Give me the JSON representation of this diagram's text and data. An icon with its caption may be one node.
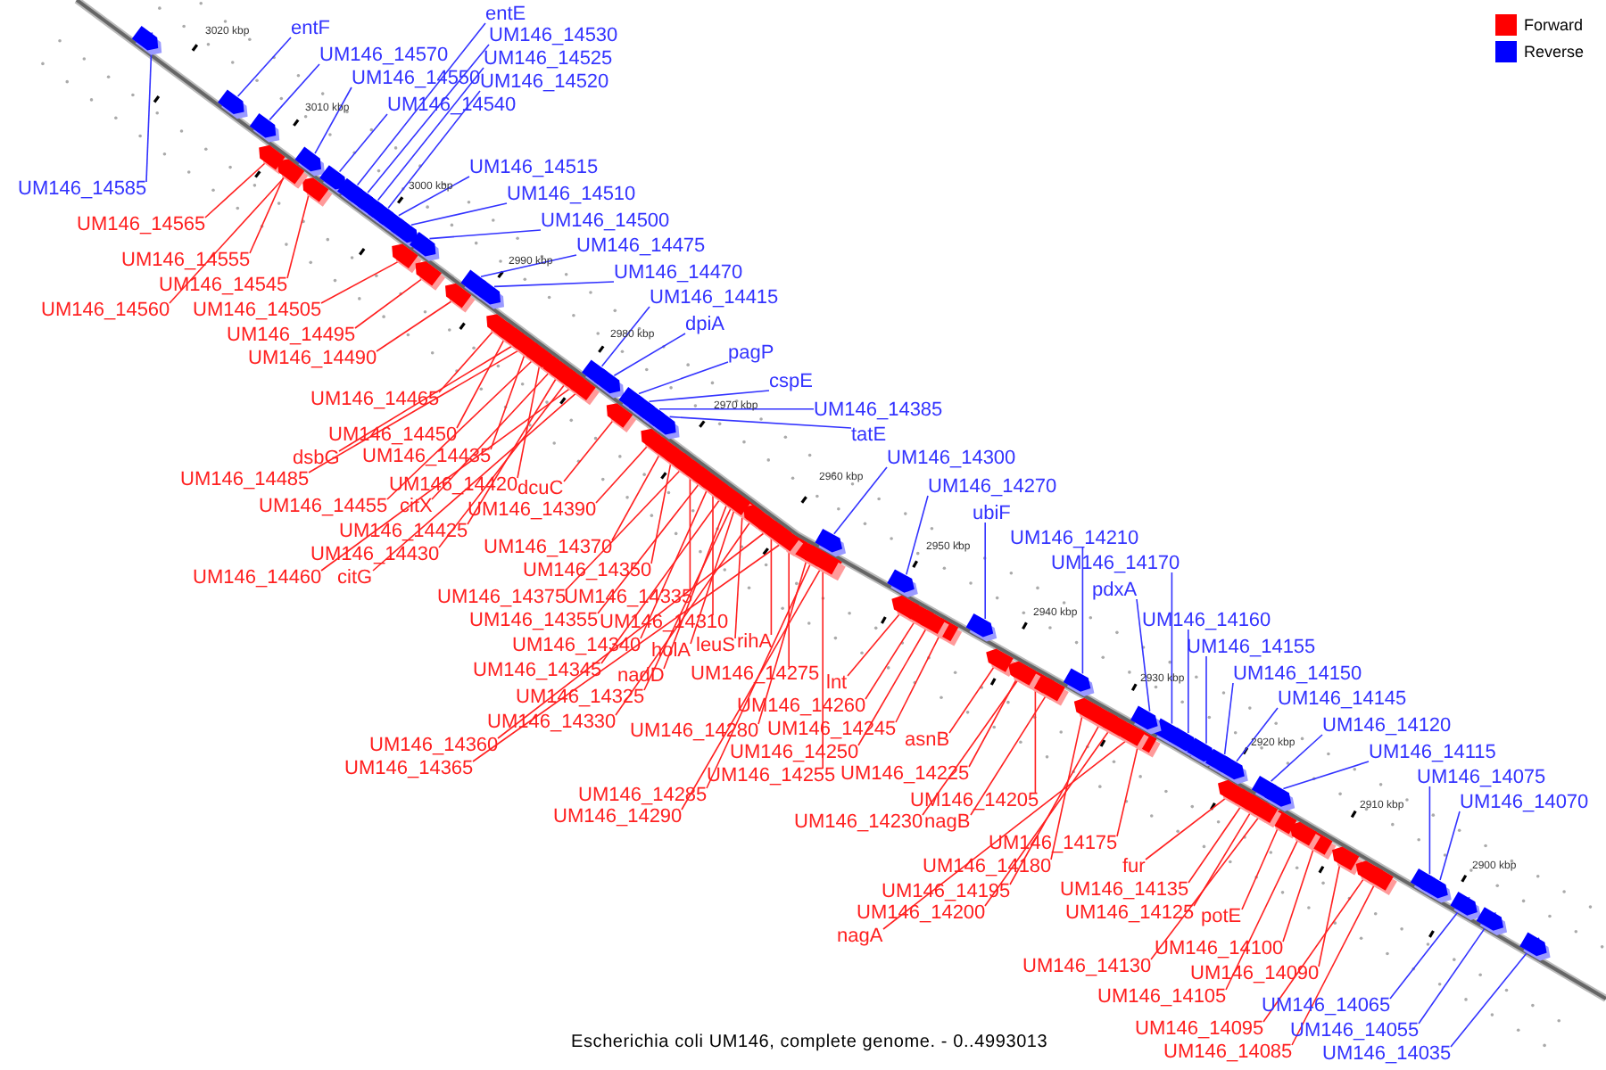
{
  "diagram": {
    "caption": "Escherichia coli UM146, complete genome. - 0..4993013",
    "nodes": [
      {
        "text": [
          "entF"
        ]
      },
      {
        "text": [
          "UM146_14570"
        ]
      },
      {
        "text": [
          "UM146_14550"
        ]
      },
      {
        "text": [
          "UM146_14540"
        ]
      },
      {
        "text": [
          "entE"
        ]
      },
      {
        "text": [
          "UM146_14530"
        ]
      },
      {
        "text": [
          "UM146_14525"
        ]
      },
      {
        "text": [
          "UM146_14520"
        ]
      },
      {
        "text": [
          "UM146_14585"
        ]
      },
      {
        "text": [
          "UM146_14515"
        ]
      },
      {
        "text": [
          "UM146_14510"
        ]
      },
      {
        "text": [
          "UM146_14500"
        ]
      },
      {
        "text": [
          "UM146_14475"
        ]
      },
      {
        "text": [
          "UM146_14470"
        ]
      },
      {
        "text": [
          "UM146_14415"
        ]
      },
      {
        "text": [
          "dpiA"
        ]
      },
      {
        "text": [
          "pagP"
        ]
      },
      {
        "text": [
          "cspE"
        ]
      },
      {
        "text": [
          "UM146_14385"
        ]
      },
      {
        "text": [
          "tatE"
        ]
      },
      {
        "text": [
          "UM146_14300"
        ]
      },
      {
        "text": [
          "UM146_14270"
        ]
      },
      {
        "text": [
          "ubiF"
        ]
      },
      {
        "text": [
          "UM146_14210"
        ]
      },
      {
        "text": [
          "UM146_14170"
        ]
      },
      {
        "text": [
          "pdxA"
        ]
      },
      {
        "text": [
          "UM146_14160"
        ]
      },
      {
        "text": [
          "UM146_14155"
        ]
      },
      {
        "text": [
          "UM146_14150"
        ]
      },
      {
        "text": [
          "UM146_14145"
        ]
      },
      {
        "text": [
          "UM146_14120"
        ]
      },
      {
        "text": [
          "UM146_14115"
        ]
      },
      {
        "text": [
          "UM146_14075"
        ]
      },
      {
        "text": [
          "UM146_14070"
        ]
      },
      {
        "text": [
          "UM146_14065"
        ]
      },
      {
        "text": [
          "UM146_14055"
        ]
      },
      {
        "text": [
          "UM146_14035"
        ]
      },
      {
        "text": [
          "UM146_14565"
        ]
      },
      {
        "text": [
          "UM146_14555"
        ]
      },
      {
        "text": [
          "UM146_14545"
        ]
      },
      {
        "text": [
          "UM146_14560"
        ]
      },
      {
        "text": [
          "UM146_14505"
        ]
      },
      {
        "text": [
          "UM146_14495"
        ]
      },
      {
        "text": [
          "UM146_14490"
        ]
      },
      {
        "text": [
          "UM146_14465"
        ]
      },
      {
        "text": [
          "UM146_14450"
        ]
      },
      {
        "text": [
          "dsbG"
        ]
      },
      {
        "text": [
          "UM146_14435"
        ]
      },
      {
        "text": [
          "UM146_14485"
        ]
      },
      {
        "text": [
          "UM146_14420"
        ]
      },
      {
        "text": [
          "dcuC"
        ]
      },
      {
        "text": [
          "UM146_14455"
        ]
      },
      {
        "text": [
          "citX"
        ]
      },
      {
        "text": [
          "UM146_14390"
        ]
      },
      {
        "text": [
          "UM146_14425"
        ]
      },
      {
        "text": [
          "UM146_14430"
        ]
      },
      {
        "text": [
          "UM146_14460"
        ]
      },
      {
        "text": [
          "citG"
        ]
      },
      {
        "text": [
          "UM146_14370"
        ]
      },
      {
        "text": [
          "UM146_14350"
        ]
      },
      {
        "text": [
          "UM146_14375"
        ]
      },
      {
        "text": [
          "UM146_14335"
        ]
      },
      {
        "text": [
          "UM146_14355"
        ]
      },
      {
        "text": [
          "UM146_14310"
        ]
      },
      {
        "text": [
          "UM146_14340"
        ]
      },
      {
        "text": [
          "holA"
        ]
      },
      {
        "text": [
          "leuS"
        ]
      },
      {
        "text": [
          "rihA"
        ]
      },
      {
        "text": [
          "UM146_14345"
        ]
      },
      {
        "text": [
          "nadD"
        ]
      },
      {
        "text": [
          "UM146_14275"
        ]
      },
      {
        "text": [
          "UM146_14325"
        ]
      },
      {
        "text": [
          "lnt"
        ]
      },
      {
        "text": [
          "UM146_14330"
        ]
      },
      {
        "text": [
          "UM146_14260"
        ]
      },
      {
        "text": [
          "UM146_14280"
        ]
      },
      {
        "text": [
          "UM146_14245"
        ]
      },
      {
        "text": [
          "asnB"
        ]
      },
      {
        "text": [
          "UM146_14360"
        ]
      },
      {
        "text": [
          "UM146_14250"
        ]
      },
      {
        "text": [
          "UM146_14365"
        ]
      },
      {
        "text": [
          "UM146_14255"
        ]
      },
      {
        "text": [
          "UM146_14225"
        ]
      },
      {
        "text": [
          "UM146_14205"
        ]
      },
      {
        "text": [
          "UM146_14285"
        ]
      },
      {
        "text": [
          "UM146_14230"
        ]
      },
      {
        "text": [
          "nagB"
        ]
      },
      {
        "text": [
          "UM146_14290"
        ]
      },
      {
        "text": [
          "UM146_14175"
        ]
      },
      {
        "text": [
          "fur"
        ]
      },
      {
        "text": [
          "UM146_14180"
        ]
      },
      {
        "text": [
          "UM146_14195"
        ]
      },
      {
        "text": [
          "UM146_14135"
        ]
      },
      {
        "text": [
          "UM146_14125"
        ]
      },
      {
        "text": [
          "potE"
        ]
      },
      {
        "text": [
          "UM146_14200"
        ]
      },
      {
        "text": [
          "nagA"
        ]
      },
      {
        "text": [
          "UM146_14100"
        ]
      },
      {
        "text": [
          "UM146_14130"
        ]
      },
      {
        "text": [
          "UM146_14090"
        ]
      },
      {
        "text": [
          "UM146_14105"
        ]
      },
      {
        "text": [
          "UM146_14095"
        ]
      },
      {
        "text": [
          "UM146_14085"
        ]
      },
      {
        "text": [],
        "shape": "arrow"
      },
      {
        "text": [],
        "shape": "arrow"
      },
      {
        "text": [],
        "shape": "arrow"
      },
      {
        "text": [],
        "shape": "arrow"
      },
      {
        "text": [],
        "shape": "arrow"
      },
      {
        "text": [],
        "shape": "arrow"
      },
      {
        "text": [],
        "shape": "arrow"
      },
      {
        "text": [],
        "shape": "arrow"
      },
      {
        "text": [],
        "shape": "arrow"
      },
      {
        "text": [],
        "shape": "arrow"
      },
      {
        "text": [],
        "shape": "arrow"
      },
      {
        "text": [],
        "shape": "arrow"
      },
      {
        "text": [],
        "shape": "arrow"
      },
      {
        "text": [],
        "shape": "arrow"
      },
      {
        "text": [],
        "shape": "arrow"
      },
      {
        "text": [],
        "shape": "arrow"
      },
      {
        "text": [],
        "shape": "arrow"
      },
      {
        "text": [],
        "shape": "arrow"
      },
      {
        "text": [],
        "shape": "arrow"
      },
      {
        "text": [],
        "shape": "arrow"
      },
      {
        "text": [],
        "shape": "arrow"
      },
      {
        "text": [],
        "shape": "arrow"
      },
      {
        "text": [],
        "shape": "arrow"
      },
      {
        "text": [],
        "shape": "arrow"
      },
      {
        "text": [],
        "shape": "arrow"
      },
      {
        "text": [],
        "shape": "arrow"
      },
      {
        "text": [],
        "shape": "arrow"
      },
      {
        "text": [],
        "shape": "arrow"
      },
      {
        "text": [],
        "shape": "arrow"
      },
      {
        "text": [],
        "shape": "arrow"
      },
      {
        "text": [],
        "shape": "arrow"
      },
      {
        "text": [],
        "shape": "arrow"
      },
      {
        "text": [],
        "shape": "arrow"
      },
      {
        "text": [],
        "shape": "arrow"
      },
      {
        "text": [],
        "shape": "arrow"
      },
      {
        "text": [],
        "shape": "arrow"
      },
      {
        "text": [],
        "shape": "arrow"
      },
      {
        "text": [],
        "shape": "arrow"
      },
      {
        "text": [],
        "shape": "arrow"
      },
      {
        "text": [],
        "shape": "arrow"
      },
      {
        "text": [],
        "shape": "arrow"
      },
      {
        "text": [],
        "shape": "arrow"
      },
      {
        "text": [],
        "shape": "arrow"
      },
      {
        "text": [],
        "shape": "arrow"
      },
      {
        "text": [],
        "shape": "arrow"
      },
      {
        "text": [],
        "shape": "arrow"
      },
      {
        "text": [],
        "shape": "arrow"
      },
      {
        "text": [],
        "shape": "arrow"
      },
      {
        "text": [],
        "shape": "arrow"
      },
      {
        "text": [],
        "shape": "arrow"
      },
      {
        "text": [],
        "shape": "arrow"
      },
      {
        "text": [],
        "shape": "arrow"
      },
      {
        "text": [],
        "shape": "arrow"
      },
      {
        "text": [],
        "shape": "arrow"
      },
      {
        "text": [],
        "shape": "arrow"
      },
      {
        "text": [],
        "shape": "arrow"
      },
      {
        "text": [],
        "shape": "arrow"
      },
      {
        "text": [],
        "shape": "arrow"
      },
      {
        "text": [],
        "shape": "arrow"
      },
      {
        "text": [],
        "shape": "arrow"
      },
      {
        "text": [],
        "shape": "arrow"
      },
      {
        "text": [],
        "shape": "arrow"
      },
      {
        "text": [],
        "shape": "arrow"
      },
      {
        "text": [],
        "shape": "arrow"
      },
      {
        "text": [],
        "shape": "arrow"
      },
      {
        "text": [],
        "shape": "arrow"
      },
      {
        "text": [],
        "shape": "arrow"
      },
      {
        "text": [],
        "shape": "arrow"
      },
      {
        "text": [],
        "shape": "arrow"
      },
      {
        "text": [],
        "shape": "arrow"
      },
      {
        "text": [],
        "shape": "arrow"
      },
      {
        "text": [],
        "shape": "arrow"
      },
      {
        "text": [],
        "shape": "arrow"
      },
      {
        "text": [],
        "shape": "arrow"
      },
      {
        "text": [],
        "shape": "arrow"
      },
      {
        "text": [],
        "shape": "arrow"
      },
      {
        "text": [],
        "shape": "arrow"
      },
      {
        "text": [],
        "shape": "arrow"
      },
      {
        "text": [],
        "shape": "arrow"
      },
      {
        "text": [],
        "shape": "arrow"
      },
      {
        "text": [],
        "shape": "arrow"
      },
      {
        "text": [],
        "shape": "arrow"
      },
      {
        "text": [],
        "shape": "arrow"
      },
      {
        "text": [],
        "shape": "arrow"
      },
      {
        "text": [],
        "shape": "arrow"
      },
      {
        "text": [],
        "shape": "arrow"
      },
      {
        "text": [],
        "shape": "arrow"
      },
      {
        "text": [],
        "shape": "arrow"
      },
      {
        "text": [],
        "shape": "arrow"
      },
      {
        "text": [],
        "shape": "arrow"
      },
      {
        "text": [],
        "shape": "arrow"
      },
      {
        "text": [],
        "shape": "arrow"
      },
      {
        "text": [],
        "shape": "arrow"
      },
      {
        "text": [],
        "shape": "arrow"
      },
      {
        "text": [],
        "shape": "arrow"
      },
      {
        "text": [],
        "shape": "arrow"
      },
      {
        "text": [],
        "shape": "arrow"
      },
      {
        "text": [],
        "shape": "arrow"
      },
      {
        "text": [],
        "shape": "arrow"
      },
      {
        "text": [],
        "shape": "arrow"
      },
      {
        "text": [],
        "shape": "arrow"
      },
      {
        "text": [],
        "shape": "arrow"
      },
      {
        "text": [],
        "shape": "arrow"
      }
    ],
    "edges": [
      {
        "from": 0,
        "to": 103,
        "arrow": "none",
        "color": "#3333ff"
      },
      {
        "from": 1,
        "to": 104,
        "arrow": "none",
        "color": "#3333ff"
      },
      {
        "from": 2,
        "to": 105,
        "arrow": "none",
        "color": "#3333ff"
      },
      {
        "from": 3,
        "to": 106,
        "arrow": "none",
        "color": "#3333ff"
      },
      {
        "from": 4,
        "to": 107,
        "arrow": "none",
        "color": "#3333ff"
      },
      {
        "from": 5,
        "to": 108,
        "arrow": "none",
        "color": "#3333ff"
      },
      {
        "from": 6,
        "to": 109,
        "arrow": "none",
        "color": "#3333ff"
      },
      {
        "from": 7,
        "to": 110,
        "arrow": "none",
        "color": "#3333ff"
      },
      {
        "from": 8,
        "to": 111,
        "arrow": "none",
        "color": "#3333ff"
      },
      {
        "from": 9,
        "to": 112,
        "arrow": "none",
        "color": "#3333ff"
      },
      {
        "from": 10,
        "to": 113,
        "arrow": "none",
        "color": "#3333ff"
      },
      {
        "from": 11,
        "to": 114,
        "arrow": "none",
        "color": "#3333ff"
      },
      {
        "from": 12,
        "to": 115,
        "arrow": "none",
        "color": "#3333ff"
      },
      {
        "from": 13,
        "to": 116,
        "arrow": "none",
        "color": "#3333ff"
      },
      {
        "from": 14,
        "to": 117,
        "arrow": "none",
        "color": "#3333ff"
      },
      {
        "from": 15,
        "to": 118,
        "arrow": "none",
        "color": "#3333ff"
      },
      {
        "from": 16,
        "to": 119,
        "arrow": "none",
        "color": "#3333ff"
      },
      {
        "from": 17,
        "to": 120,
        "arrow": "none",
        "color": "#3333ff"
      },
      {
        "from": 18,
        "to": 121,
        "arrow": "none",
        "color": "#3333ff"
      },
      {
        "from": 19,
        "to": 122,
        "arrow": "none",
        "color": "#3333ff"
      },
      {
        "from": 20,
        "to": 123,
        "arrow": "none",
        "color": "#3333ff"
      },
      {
        "from": 21,
        "to": 124,
        "arrow": "none",
        "color": "#3333ff"
      },
      {
        "from": 22,
        "to": 125,
        "arrow": "none",
        "color": "#3333ff"
      },
      {
        "from": 23,
        "to": 126,
        "arrow": "none",
        "color": "#3333ff"
      },
      {
        "from": 24,
        "to": 127,
        "arrow": "none",
        "color": "#3333ff"
      },
      {
        "from": 25,
        "to": 128,
        "arrow": "none",
        "color": "#3333ff"
      },
      {
        "from": 26,
        "to": 129,
        "arrow": "none",
        "color": "#3333ff"
      },
      {
        "from": 27,
        "to": 130,
        "arrow": "none",
        "color": "#3333ff"
      },
      {
        "from": 28,
        "to": 131,
        "arrow": "none",
        "color": "#3333ff"
      },
      {
        "from": 29,
        "to": 132,
        "arrow": "none",
        "color": "#3333ff"
      },
      {
        "from": 30,
        "to": 133,
        "arrow": "none",
        "color": "#3333ff"
      },
      {
        "from": 31,
        "to": 134,
        "arrow": "none",
        "color": "#3333ff"
      },
      {
        "from": 32,
        "to": 135,
        "arrow": "none",
        "color": "#3333ff"
      },
      {
        "from": 33,
        "to": 136,
        "arrow": "none",
        "color": "#3333ff"
      },
      {
        "from": 34,
        "to": 137,
        "arrow": "none",
        "color": "#3333ff"
      },
      {
        "from": 35,
        "to": 138,
        "arrow": "none",
        "color": "#3333ff"
      },
      {
        "from": 36,
        "to": 139,
        "arrow": "none",
        "color": "#3333ff"
      },
      {
        "from": 37,
        "to": 140,
        "arrow": "none"
      },
      {
        "from": 38,
        "to": 141,
        "arrow": "none"
      },
      {
        "from": 39,
        "to": 142,
        "arrow": "none"
      },
      {
        "from": 40,
        "to": 143,
        "arrow": "none"
      },
      {
        "from": 41,
        "to": 144,
        "arrow": "none"
      },
      {
        "from": 42,
        "to": 145,
        "arrow": "none"
      },
      {
        "from": 43,
        "to": 146,
        "arrow": "none"
      },
      {
        "from": 44,
        "to": 147,
        "arrow": "none"
      },
      {
        "from": 45,
        "to": 148,
        "arrow": "none"
      },
      {
        "from": 46,
        "to": 149,
        "arrow": "none"
      },
      {
        "from": 47,
        "to": 150,
        "arrow": "none"
      },
      {
        "from": 48,
        "to": 151,
        "arrow": "none"
      },
      {
        "from": 49,
        "to": 152,
        "arrow": "none"
      },
      {
        "from": 50,
        "to": 153,
        "arrow": "none"
      },
      {
        "from": 51,
        "to": 154,
        "arrow": "none"
      },
      {
        "from": 52,
        "to": 155,
        "arrow": "none"
      },
      {
        "from": 53,
        "to": 156,
        "arrow": "none"
      },
      {
        "from": 54,
        "to": 157,
        "arrow": "none"
      },
      {
        "from": 55,
        "to": 158,
        "arrow": "none"
      },
      {
        "from": 56,
        "to": 159,
        "arrow": "none"
      },
      {
        "from": 57,
        "to": 160,
        "arrow": "none"
      },
      {
        "from": 58,
        "to": 161,
        "arrow": "none"
      },
      {
        "from": 59,
        "to": 162,
        "arrow": "none"
      },
      {
        "from": 60,
        "to": 163,
        "arrow": "none"
      },
      {
        "from": 61,
        "to": 164,
        "arrow": "none"
      },
      {
        "from": 62,
        "to": 165,
        "arrow": "none"
      },
      {
        "from": 63,
        "to": 166,
        "arrow": "none"
      },
      {
        "from": 64,
        "to": 167,
        "arrow": "none"
      },
      {
        "from": 65,
        "to": 168,
        "arrow": "none"
      },
      {
        "from": 66,
        "to": 169,
        "arrow": "none"
      },
      {
        "from": 67,
        "to": 170,
        "arrow": "none"
      },
      {
        "from": 68,
        "to": 171,
        "arrow": "none"
      },
      {
        "from": 69,
        "to": 172,
        "arrow": "none"
      },
      {
        "from": 70,
        "to": 173,
        "arrow": "none"
      },
      {
        "from": 71,
        "to": 174,
        "arrow": "none"
      },
      {
        "from": 72,
        "to": 175,
        "arrow": "none"
      },
      {
        "from": 73,
        "to": 176,
        "arrow": "none"
      },
      {
        "from": 74,
        "to": 177,
        "arrow": "none"
      },
      {
        "from": 75,
        "to": 178,
        "arrow": "none"
      },
      {
        "from": 76,
        "to": 179,
        "arrow": "none"
      },
      {
        "from": 77,
        "to": 180,
        "arrow": "none"
      },
      {
        "from": 78,
        "to": 181,
        "arrow": "none"
      },
      {
        "from": 79,
        "to": 182,
        "arrow": "none"
      },
      {
        "from": 80,
        "to": 183,
        "arrow": "none"
      },
      {
        "from": 81,
        "to": 184,
        "arrow": "none"
      },
      {
        "from": 82,
        "to": 185,
        "arrow": "none"
      },
      {
        "from": 83,
        "to": 186,
        "arrow": "none"
      },
      {
        "from": 84,
        "to": 187,
        "arrow": "none"
      },
      {
        "from": 85,
        "to": 188,
        "arrow": "none"
      },
      {
        "from": 86,
        "to": 189,
        "arrow": "none"
      },
      {
        "from": 87,
        "to": 190,
        "arrow": "none"
      },
      {
        "from": 88,
        "to": 191,
        "arrow": "none"
      },
      {
        "from": 89,
        "to": 192,
        "arrow": "none"
      },
      {
        "from": 90,
        "to": 193,
        "arrow": "none"
      },
      {
        "from": 91,
        "to": 194,
        "arrow": "none"
      },
      {
        "from": 92,
        "to": 195,
        "arrow": "none"
      },
      {
        "from": 93,
        "to": 196,
        "arrow": "none"
      },
      {
        "from": 94,
        "to": 197,
        "arrow": "none"
      },
      {
        "from": 95,
        "to": 198,
        "arrow": "none"
      },
      {
        "from": 96,
        "to": 199,
        "arrow": "none"
      },
      {
        "from": 97,
        "to": 200,
        "arrow": "none"
      },
      {
        "from": 98,
        "to": 201,
        "arrow": "none"
      },
      {
        "from": 99,
        "to": 202,
        "arrow": "none"
      },
      {
        "from": 100,
        "to": 203,
        "arrow": "none"
      },
      {
        "from": 101,
        "to": 204,
        "arrow": "none"
      },
      {
        "from": 102,
        "to": 205,
        "arrow": "none"
      }
    ],
    "labels": [
      "3020 kbp",
      "3010 kbp",
      "3000 kbp",
      "2990 kbp",
      "2980 kbp",
      "2970 kbp",
      "2960 kbp",
      "2950 kbp",
      "2940 kbp",
      "2930 kbp",
      "2920 kbp",
      "2910 kbp",
      "2900 kbp"
    ],
    "legend": [
      {
        "text": "Forward",
        "color": "#ff0000"
      },
      {
        "text": "Reverse",
        "color": "#0000ff"
      }
    ]
  }
}
